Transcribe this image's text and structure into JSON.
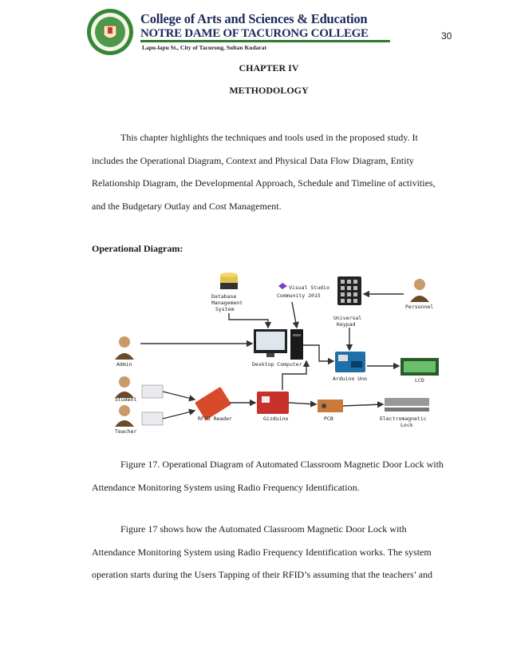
{
  "header": {
    "college_name": "College of Arts and Sciences & Education",
    "institution": "NOTRE DAME OF TACURONG COLLEGE",
    "address": "Lapu-lapu St., City of Tacurong, Sultan Kudarat"
  },
  "page_number": "30",
  "chapter": {
    "number": "CHAPTER IV",
    "title": "METHODOLOGY"
  },
  "intro_paragraph": "This chapter highlights the techniques and tools used in the proposed study. It includes the Operational Diagram, Context and Physical Data Flow Diagram, Entity Relationship Diagram, the Developmental Approach, Schedule and Timeline of activities, and the Budgetary Outlay and Cost Management.",
  "section_heading": "Operational Diagram:",
  "diagram": {
    "labels": {
      "database": [
        "Database",
        "Management",
        "System"
      ],
      "visual_studio": [
        "Visual Studio",
        "Community 2015"
      ],
      "keypad": [
        "Universal",
        "Keypad"
      ],
      "personnel": "Personnel",
      "admin": "Admin",
      "desktop": "Desktop Computer",
      "arduino": "Arduino Uno",
      "lcd": "LCD",
      "student": "Student",
      "teacher": "Teacher",
      "rfid_reader": "RFID Reader",
      "gizduino": "Gizduino",
      "pcb": "PCB",
      "lock": [
        "Electromagnetic",
        "Lock"
      ]
    }
  },
  "figure_caption": "Figure 17. Operational Diagram of Automated Classroom Magnetic Door Lock with Attendance Monitoring System using Radio Frequency Identification.",
  "body_paragraph": "Figure 17 shows how the Automated Classroom Magnetic Door Lock with Attendance Monitoring System using Radio Frequency Identification works. The system operation starts during the Users Tapping of their RFID’s assuming that the teachers’ and"
}
